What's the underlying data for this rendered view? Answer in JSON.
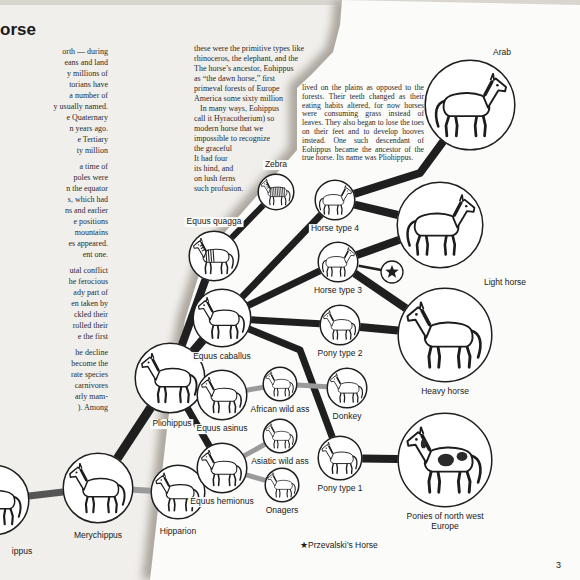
{
  "diagram": {
    "title": "orse",
    "nodes": [
      {
        "text": [
          "ippus"
        ]
      },
      {
        "text": [
          "Merychippus"
        ]
      },
      {
        "text": [
          "Pliohippus"
        ]
      },
      {
        "text": [
          "Hipparion"
        ]
      },
      {
        "text": [
          "Equus quagga"
        ]
      },
      {
        "text": [
          "Zebra"
        ]
      },
      {
        "text": [
          "Equus caballus"
        ]
      },
      {
        "text": [
          "Horse type 4"
        ]
      },
      {
        "text": [
          "Horse type 3"
        ]
      },
      {
        "text": [
          "Pony type 2"
        ]
      },
      {
        "text": [
          "Pony type 1"
        ]
      },
      {
        "text": [
          "Equus asinus"
        ]
      },
      {
        "text": [
          "African wild ass"
        ]
      },
      {
        "text": [
          "Donkey"
        ]
      },
      {
        "text": [
          "Equus hemionus"
        ]
      },
      {
        "text": [
          "Asiatic wild ass"
        ]
      },
      {
        "text": [
          "Onagers"
        ]
      },
      {
        "text": [
          "Arab"
        ]
      },
      {
        "text": [
          "Light horse"
        ]
      },
      {
        "text": [
          "Heavy horse"
        ]
      },
      {
        "text": [
          "Ponies of north west Europe"
        ]
      }
    ],
    "edges": [
      {
        "from": 0,
        "to": 1,
        "arrow": "none"
      },
      {
        "from": 1,
        "to": 2,
        "arrow": "none"
      },
      {
        "from": 1,
        "to": 3,
        "arrow": "none"
      },
      {
        "from": 2,
        "to": 4,
        "arrow": "none"
      },
      {
        "from": 2,
        "to": 6,
        "arrow": "none"
      },
      {
        "from": 2,
        "to": 11,
        "arrow": "none"
      },
      {
        "from": 2,
        "to": 14,
        "arrow": "none"
      },
      {
        "from": 4,
        "to": 5,
        "arrow": "none"
      },
      {
        "from": 6,
        "to": 7,
        "arrow": "none"
      },
      {
        "from": 6,
        "to": 8,
        "arrow": "none"
      },
      {
        "from": 6,
        "to": 9,
        "arrow": "none"
      },
      {
        "from": 6,
        "to": 10,
        "arrow": "none"
      },
      {
        "from": 11,
        "to": 12,
        "arrow": "none"
      },
      {
        "from": 12,
        "to": 13,
        "arrow": "none"
      },
      {
        "from": 14,
        "to": 15,
        "arrow": "none"
      },
      {
        "from": 14,
        "to": 16,
        "arrow": "none"
      },
      {
        "from": 7,
        "to": 17,
        "arrow": "none"
      },
      {
        "from": 7,
        "to": 18,
        "arrow": "none"
      },
      {
        "from": 8,
        "to": 18,
        "arrow": "none"
      },
      {
        "from": 8,
        "to": 19,
        "arrow": "none"
      },
      {
        "from": 9,
        "to": 19,
        "arrow": "none"
      },
      {
        "from": 10,
        "to": 20,
        "arrow": "none"
      }
    ],
    "labels": [
      "orth — during",
      "eans and land",
      "y millions of",
      "torians have",
      "a number of",
      "y usually named.",
      "e Quaternary",
      "n years ago.",
      "e Tertiary",
      "ty million",
      "a time of",
      "poles were",
      "n the equator",
      "s, which had",
      "ns and earlier",
      "e positions",
      "mountains",
      "es appeared.",
      "ent one.",
      "utal conflict",
      "he ferocious",
      "ady part of",
      "en taken by",
      "ckled their",
      "rolled their",
      "e the first",
      "he decline",
      "become the",
      "rate species",
      "carnivores",
      "arly mam-",
      "). Among",
      "these were the primitive types like",
      "rhinoceros, the elephant, and the",
      "The horse’s ancestor, Eohippus",
      "as “the dawn horse,” first",
      "primeval forests of Europe",
      "America some sixty million",
      "In many ways, Eohippus",
      "call it Hyracotherium) so",
      "modern horse that we",
      "impossible to recognize",
      "the graceful",
      "It had four",
      "its hind, and",
      "on lush ferns",
      "such profusion.",
      "lived on the plains as opposed to the forests. Their teeth changed as their eating habits altered, for now horses were consuming grass instead of leaves. They also began to lose the toes on their feet and to develop hooves instead. One such descendant of Eohippus became the ancestor of the true horse. Its name was Pliohippus.",
      "★Przevalski’s Horse",
      "3"
    ]
  }
}
